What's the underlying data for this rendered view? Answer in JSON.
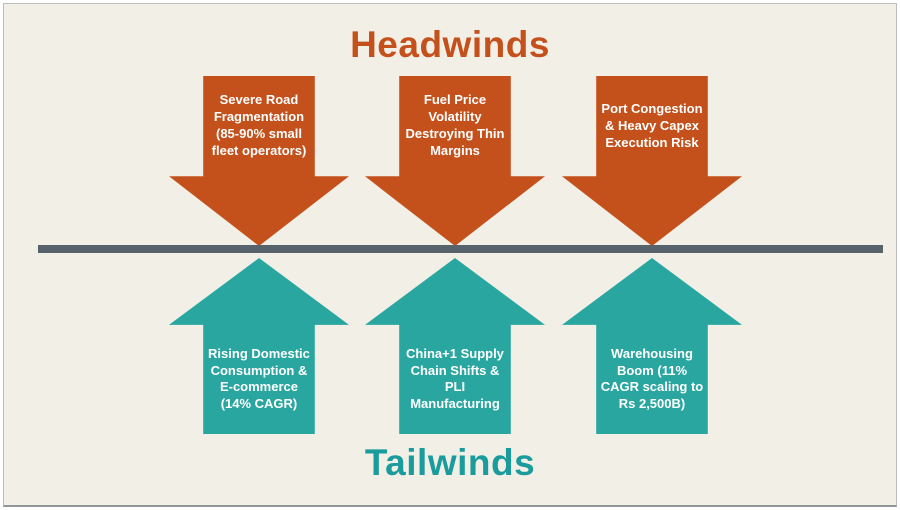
{
  "page": {
    "title_top": "Headwinds",
    "title_bottom": "Tailwinds"
  },
  "colors": {
    "background": "#F2EFE7",
    "headwind": "#C4511B",
    "headwind_title": "#C4511B",
    "tailwind": "#2AA6A0",
    "tailwind_title": "#1B9C9C",
    "divider": "#56626C"
  },
  "headwinds": [
    {
      "label": "Severe Road Fragmentation (85-90% small fleet operators)"
    },
    {
      "label": "Fuel Price Volatility Destroying Thin Margins"
    },
    {
      "label": "Port Congestion & Heavy Capex Execution Risk"
    }
  ],
  "tailwinds": [
    {
      "label": "Rising Domestic Consumption & E-commerce (14% CAGR)"
    },
    {
      "label": "China+1 Supply Chain Shifts & PLI Manufacturing"
    },
    {
      "label": "Warehousing Boom (11% CAGR scaling to Rs 2,500B)"
    }
  ]
}
